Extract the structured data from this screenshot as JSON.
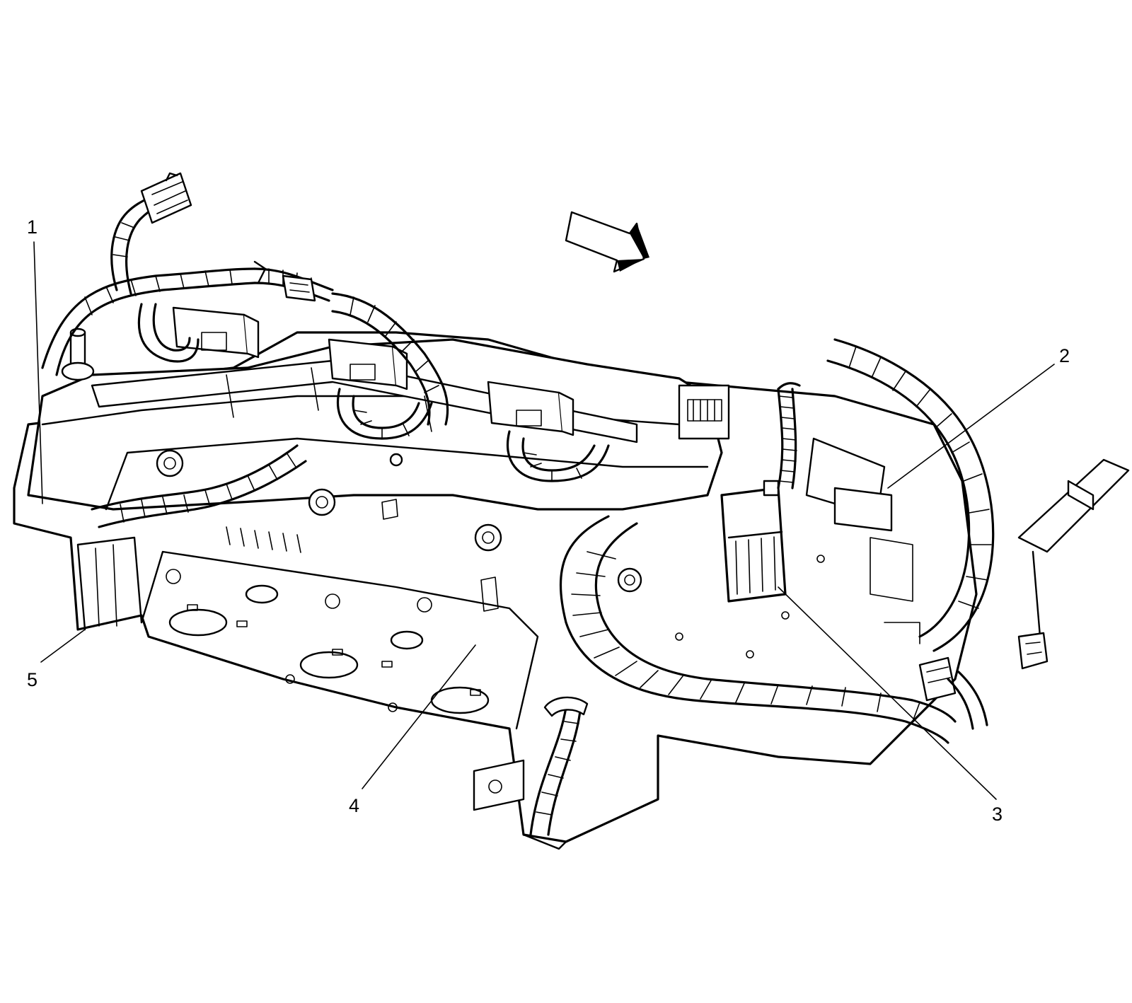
{
  "figure": {
    "callouts": [
      {
        "id": "callout-1",
        "label": "1"
      },
      {
        "id": "callout-2",
        "label": "2"
      },
      {
        "id": "callout-3",
        "label": "3"
      },
      {
        "id": "callout-4",
        "label": "4"
      },
      {
        "id": "callout-5",
        "label": "5"
      }
    ],
    "direction_arrow_icon": "front-direction-arrow-icon"
  }
}
